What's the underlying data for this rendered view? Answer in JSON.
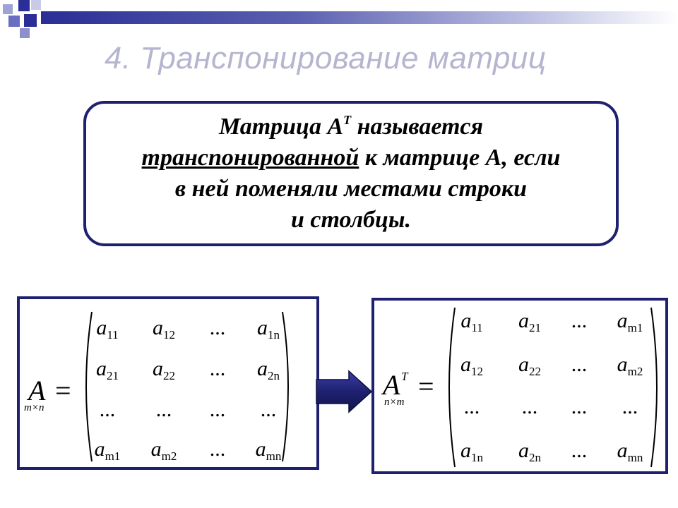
{
  "slide": {
    "title": "4. Транспонирование матриц"
  },
  "definition": {
    "part1": "Матрица А",
    "sup": "Т",
    "part2": " называется",
    "underlined": "транспонированной",
    "part3": " к матрице А, если",
    "line3": "в ней поменяли местами строки",
    "line4": "и столбцы."
  },
  "matrix_a": {
    "name": "A",
    "sub": "m×n",
    "eq": "=",
    "rows": [
      [
        {
          "b": "a",
          "s": "11"
        },
        {
          "b": "a",
          "s": "12"
        },
        {
          "b": "...",
          "s": ""
        },
        {
          "b": "a",
          "s": "1n"
        }
      ],
      [
        {
          "b": "a",
          "s": "21"
        },
        {
          "b": "a",
          "s": "22"
        },
        {
          "b": "...",
          "s": ""
        },
        {
          "b": "a",
          "s": "2n"
        }
      ],
      [
        {
          "b": "...",
          "s": ""
        },
        {
          "b": "...",
          "s": ""
        },
        {
          "b": "...",
          "s": ""
        },
        {
          "b": "...",
          "s": ""
        }
      ],
      [
        {
          "b": "a",
          "s": "m1"
        },
        {
          "b": "a",
          "s": "m2"
        },
        {
          "b": "...",
          "s": ""
        },
        {
          "b": "a",
          "s": "mn"
        }
      ]
    ]
  },
  "matrix_at": {
    "name": "A",
    "sup": "T",
    "sub": "n×m",
    "eq": "=",
    "rows": [
      [
        {
          "b": "a",
          "s": "11"
        },
        {
          "b": "a",
          "s": "21"
        },
        {
          "b": "...",
          "s": ""
        },
        {
          "b": "a",
          "s": "m1"
        }
      ],
      [
        {
          "b": "a",
          "s": "12"
        },
        {
          "b": "a",
          "s": "22"
        },
        {
          "b": "...",
          "s": ""
        },
        {
          "b": "a",
          "s": "m2"
        }
      ],
      [
        {
          "b": "...",
          "s": ""
        },
        {
          "b": "...",
          "s": ""
        },
        {
          "b": "...",
          "s": ""
        },
        {
          "b": "...",
          "s": ""
        }
      ],
      [
        {
          "b": "a",
          "s": "1n"
        },
        {
          "b": "a",
          "s": "2n"
        },
        {
          "b": "...",
          "s": ""
        },
        {
          "b": "a",
          "s": "mn"
        }
      ]
    ]
  },
  "colors": {
    "frame": "#1f2170",
    "title": "#b5b5cf",
    "arrow": "#1f2170"
  }
}
